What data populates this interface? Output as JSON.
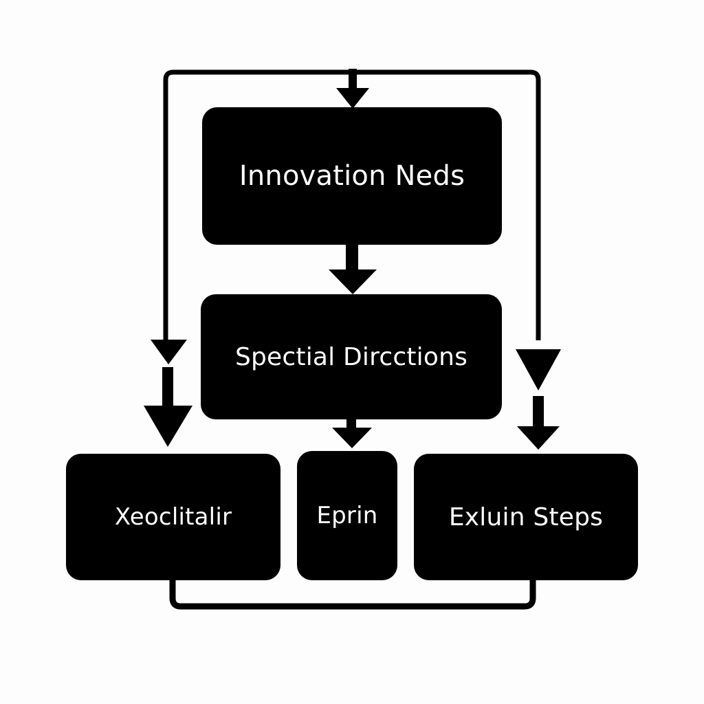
{
  "diagram": {
    "nodes": {
      "innovation": "Innovation Neds",
      "special": "Spectial Dircctions",
      "left": "Xeoclitalir",
      "middle": "Eprin",
      "right": "Exluin Steps"
    },
    "colors": {
      "background": "#fdfdfd",
      "node_fill": "#000000",
      "node_text": "#ffffff",
      "connector": "#000000"
    }
  }
}
